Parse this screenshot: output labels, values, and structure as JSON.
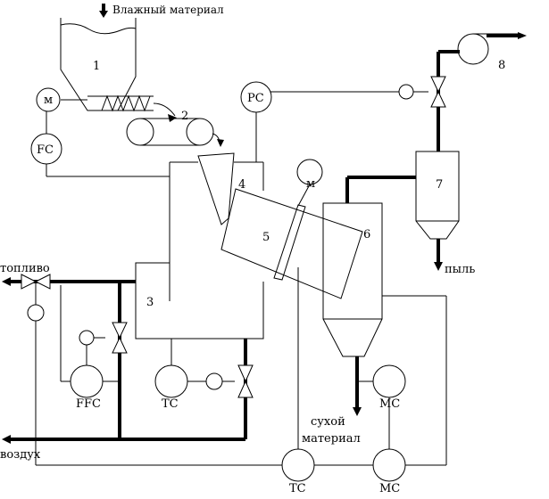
{
  "labels": {
    "wet_material": "Влажный материал",
    "fuel": "топливо",
    "air": "воздух",
    "dust": "пыль",
    "dry_material_line1": "сухой",
    "dry_material_line2": "материал"
  },
  "equipment": {
    "n1": "1",
    "n2": "2",
    "n3": "3",
    "n4": "4",
    "n5": "5",
    "n6": "6",
    "n7": "7",
    "n8": "8"
  },
  "instruments": {
    "motor_hopper": "м",
    "motor_drum": "м",
    "fc": "FC",
    "pc": "PC",
    "ffc": "FFC",
    "tc_furnace": "TC",
    "tc_bottom": "TC",
    "mc_cyclone": "MC",
    "mc_bottom": "MC"
  }
}
